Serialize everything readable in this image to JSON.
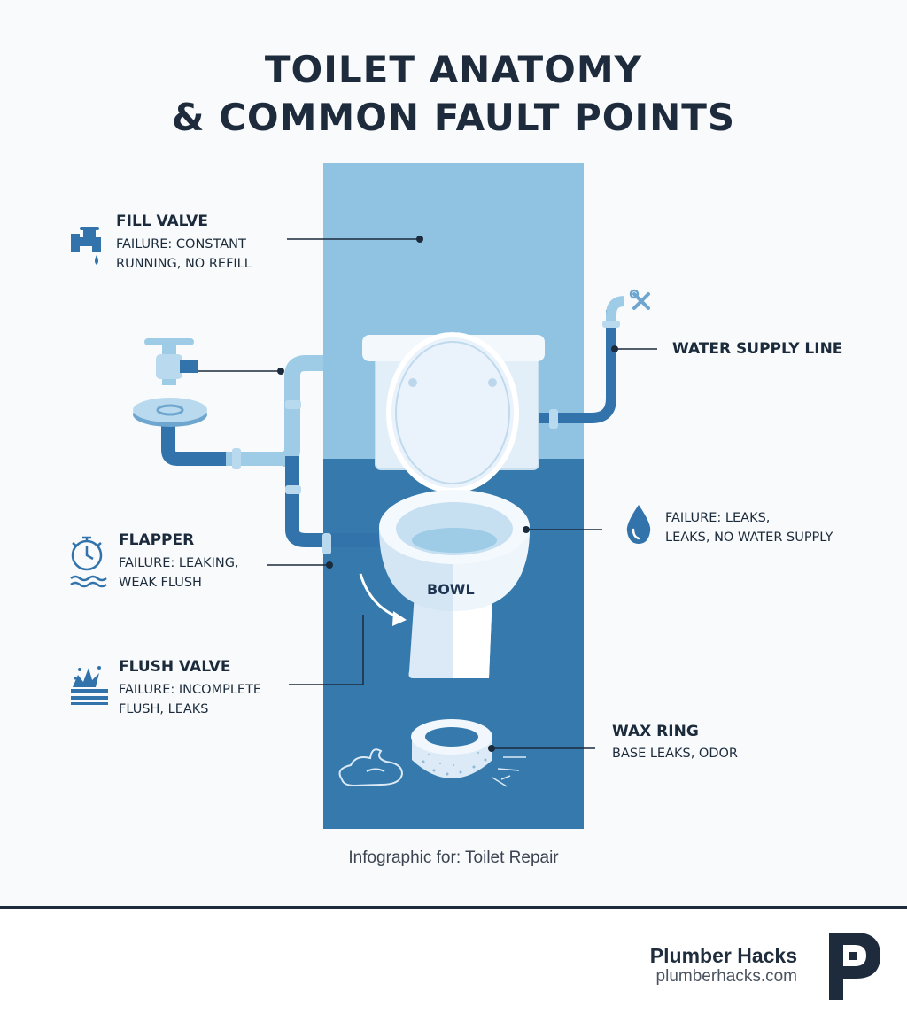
{
  "title": {
    "line1": "TOILET ANATOMY",
    "line2": "& COMMON FAULT POINTS"
  },
  "labels": {
    "fill_valve": {
      "heading": "FILL VALVE",
      "line1": "FAILURE: CONSTANT",
      "line2": "RUNNING, NO REFILL",
      "icon": "faucet-icon"
    },
    "flapper": {
      "heading": "FLAPPER",
      "line1": "FAILURE: LEAKING,",
      "line2": "WEAK FLUSH",
      "icon": "timer-icon"
    },
    "flush_valve": {
      "heading": "FLUSH VALVE",
      "line1": "FAILURE: INCOMPLETE",
      "line2": "FLUSH, LEAKS",
      "icon": "splash-icon"
    },
    "water_supply": {
      "heading": "WATER SUPPLY LINE",
      "icon": "wrench-icon"
    },
    "supply_failure": {
      "line1": "FAILURE: LEAKS,",
      "line2": "LEAKS, NO WATER SUPPLY",
      "icon": "water-drop-icon"
    },
    "wax_ring": {
      "heading": "WAX RING",
      "line1": "BASE LEAKS, ODOR",
      "icon": "wax-ring-icon"
    },
    "bowl": "BOWL"
  },
  "caption": "Infographic for: Toilet Repair",
  "brand": {
    "name": "Plumber Hacks",
    "url": "plumberhacks.com",
    "logo_letter": "P"
  },
  "colors": {
    "background": "#f8fafb",
    "panel_light": "#8fc3e1",
    "panel_dark": "#3579ad",
    "pipe_dark": "#3273ab",
    "pipe_light": "#9ecbe6",
    "porcelain": "#e7f2fa",
    "navy": "#1d2b3d"
  }
}
